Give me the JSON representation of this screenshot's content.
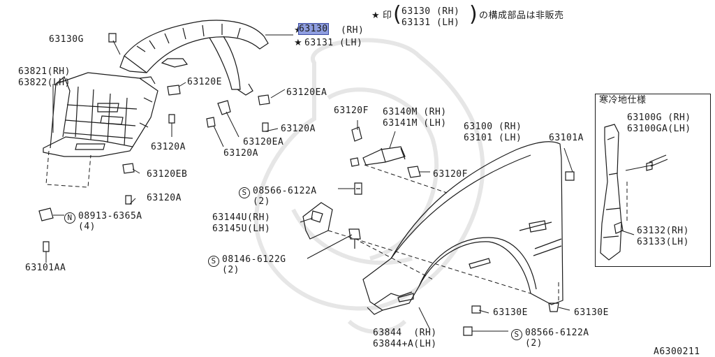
{
  "note": {
    "star": "★",
    "prefix": "印",
    "part_rh": "63130 (RH)",
    "part_lh": "63131 (LH)",
    "suffix": "の構成部品は非販売"
  },
  "cold_region": {
    "title": "寒冷地仕様"
  },
  "diagram_code": "A6300211",
  "callouts": {
    "p63130": {
      "num": "63130",
      "side": "(RH)"
    },
    "p63131": "63131 (LH)",
    "p63130G": "63130G",
    "p63821": "63821(RH)",
    "p63822": "63822(LH)",
    "p63120E": "63120E",
    "p63120EA_top": "63120EA",
    "p63120A_1": "63120A",
    "p63120EA_mid": "63120EA",
    "p63120A_2": "63120A",
    "p63120A_3": "63120A",
    "p63120EB": "63120EB",
    "p63120A_4": "63120A",
    "n08913": "08913-6365A",
    "n08913_qty": "(4)",
    "p63101AA": "63101AA",
    "p63120F_1": "63120F",
    "p63140M": "63140M (RH)",
    "p63141M": "63141M (LH)",
    "p63100": "63100 (RH)",
    "p63101": "63101 (LH)",
    "p63101A": "63101A",
    "p63120F_2": "63120F",
    "s08566_1": "08566-6122A",
    "s08566_1_qty": "(2)",
    "p63144U": "63144U(RH)",
    "p63145U": "63145U(LH)",
    "s08146": "08146-6122G",
    "s08146_qty": "(2)",
    "p63100G": "63100G (RH)",
    "p63100GA": "63100GA(LH)",
    "p63132": "63132(RH)",
    "p63133": "63133(LH)",
    "p63130E_1": "63130E",
    "p63130E_2": "63130E",
    "p63844_rh": "63844  (RH)",
    "p63844_lh": "63844+A(LH)",
    "s08566_2": "08566-6122A",
    "s08566_2_qty": "(2)"
  },
  "symbols": {
    "screw": "S",
    "nut": "N"
  },
  "colors": {
    "ink": "#1a1a1a",
    "highlight": "#8f9ee0",
    "watermark": "#e6e6e6"
  }
}
